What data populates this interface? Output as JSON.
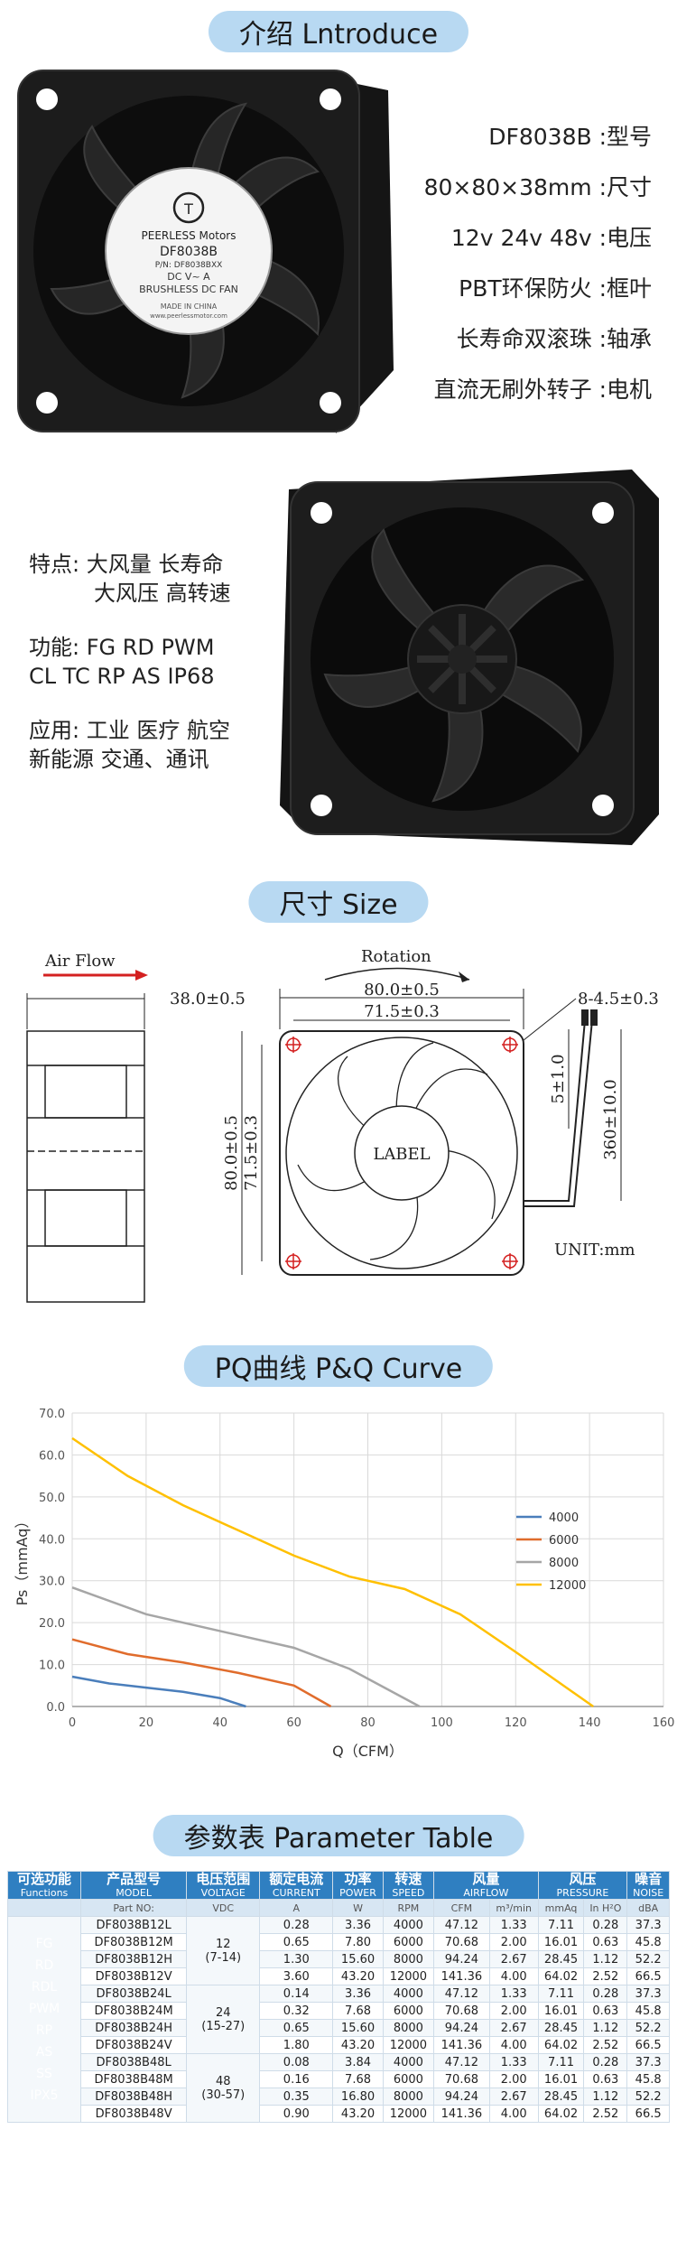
{
  "sections": {
    "intro": "介绍 Lntroduce",
    "size": "尺寸 Size",
    "pq": "PQ曲线 P&Q Curve",
    "params": "参数表 Parameter Table"
  },
  "label_top": {
    "brand": "PEERLESS Motors",
    "model": "DF8038B",
    "part": "P/N: DF8038BXX",
    "dc": "DC   V~   A",
    "type": "BRUSHLESS DC FAN",
    "made": "MADE IN CHINA",
    "url": "www.peerlessmotor.com"
  },
  "specs": [
    "DF8038B :型号",
    "80×80×38mm :尺寸",
    "12v 24v 48v :电压",
    "PBT环保防火 :框叶",
    "长寿命双滚珠 :轴承",
    "直流无刷外转子 :电机"
  ],
  "features": [
    "特点: 大风量 长寿命",
    "大风压 高转速",
    "功能: FG RD PWM",
    "CL TC RP AS IP68",
    "应用: 工业 医疗 航空",
    "新能源 交通、通讯"
  ],
  "drawing": {
    "airflow": "Air Flow",
    "depth": "38.0±0.5",
    "rotation": "Rotation",
    "outer": "80.0±0.5",
    "inner": "71.5±0.3",
    "holes": "8-4.5±0.3",
    "label": "LABEL",
    "lead_strip": "5±1.0",
    "lead_len": "360±10.0",
    "unit": "UNIT:mm"
  },
  "chart_data": {
    "type": "line",
    "xlabel": "Q（CFM）",
    "ylabel": "Ps（mmAq）",
    "xlim": [
      0,
      160
    ],
    "ylim": [
      0,
      70
    ],
    "xticks": [
      "0",
      "20",
      "40",
      "60",
      "80",
      "100",
      "120",
      "140",
      "160"
    ],
    "yticks": [
      "0.0",
      "10.0",
      "20.0",
      "30.0",
      "40.0",
      "50.0",
      "60.0",
      "70.0"
    ],
    "grid": true,
    "legend": "right",
    "series": [
      {
        "name": "4000",
        "color": "#4a7ebb",
        "x": [
          0,
          10,
          20,
          30,
          40,
          47
        ],
        "y": [
          7.1,
          5.5,
          4.5,
          3.5,
          2,
          0
        ]
      },
      {
        "name": "6000",
        "color": "#e06c2c",
        "x": [
          0,
          15,
          30,
          45,
          60,
          70
        ],
        "y": [
          16,
          12.5,
          10.5,
          8,
          5,
          0
        ]
      },
      {
        "name": "8000",
        "color": "#a6a6a6",
        "x": [
          0,
          20,
          40,
          60,
          75,
          94
        ],
        "y": [
          28.4,
          22,
          18,
          14,
          9,
          0
        ]
      },
      {
        "name": "12000",
        "color": "#ffc000",
        "x": [
          0,
          15,
          30,
          45,
          60,
          75,
          90,
          105,
          120,
          141
        ],
        "y": [
          64,
          55,
          48,
          42,
          36,
          31,
          28,
          22,
          13,
          0
        ]
      }
    ]
  },
  "table": {
    "headers": [
      {
        "cn": "可选功能",
        "en": "Functions"
      },
      {
        "cn": "产品型号",
        "en": "MODEL"
      },
      {
        "cn": "电压范围",
        "en": "VOLTAGE"
      },
      {
        "cn": "额定电流",
        "en": "CURRENT"
      },
      {
        "cn": "功率",
        "en": "POWER"
      },
      {
        "cn": "转速",
        "en": "SPEED"
      },
      {
        "cn": "风量",
        "en": "AIRFLOW"
      },
      {
        "cn": "风压",
        "en": "PRESSURE"
      },
      {
        "cn": "噪音",
        "en": "NOISE"
      }
    ],
    "units": [
      "Part NO:",
      "VDC",
      "A",
      "W",
      "RPM",
      "CFM",
      "m³/min",
      "mmAq",
      "In H²O",
      "dBA"
    ],
    "functions": [
      "FG",
      "RD",
      "RDL",
      "PWM",
      "RP",
      "AS",
      "SS",
      "IPX5"
    ],
    "voltage_groups": [
      {
        "v": "12",
        "range": "(7-14)"
      },
      {
        "v": "24",
        "range": "(15-27)"
      },
      {
        "v": "48",
        "range": "(30-57)"
      }
    ],
    "rows": [
      [
        "DF8038B12L",
        "0.28",
        "3.36",
        "4000",
        "47.12",
        "1.33",
        "7.11",
        "0.28",
        "37.3"
      ],
      [
        "DF8038B12M",
        "0.65",
        "7.80",
        "6000",
        "70.68",
        "2.00",
        "16.01",
        "0.63",
        "45.8"
      ],
      [
        "DF8038B12H",
        "1.30",
        "15.60",
        "8000",
        "94.24",
        "2.67",
        "28.45",
        "1.12",
        "52.2"
      ],
      [
        "DF8038B12V",
        "3.60",
        "43.20",
        "12000",
        "141.36",
        "4.00",
        "64.02",
        "2.52",
        "66.5"
      ],
      [
        "DF8038B24L",
        "0.14",
        "3.36",
        "4000",
        "47.12",
        "1.33",
        "7.11",
        "0.28",
        "37.3"
      ],
      [
        "DF8038B24M",
        "0.32",
        "7.68",
        "6000",
        "70.68",
        "2.00",
        "16.01",
        "0.63",
        "45.8"
      ],
      [
        "DF8038B24H",
        "0.65",
        "15.60",
        "8000",
        "94.24",
        "2.67",
        "28.45",
        "1.12",
        "52.2"
      ],
      [
        "DF8038B24V",
        "1.80",
        "43.20",
        "12000",
        "141.36",
        "4.00",
        "64.02",
        "2.52",
        "66.5"
      ],
      [
        "DF8038B48L",
        "0.08",
        "3.84",
        "4000",
        "47.12",
        "1.33",
        "7.11",
        "0.28",
        "37.3"
      ],
      [
        "DF8038B48M",
        "0.16",
        "7.68",
        "6000",
        "70.68",
        "2.00",
        "16.01",
        "0.63",
        "45.8"
      ],
      [
        "DF8038B48H",
        "0.35",
        "16.80",
        "8000",
        "94.24",
        "2.67",
        "28.45",
        "1.12",
        "52.2"
      ],
      [
        "DF8038B48V",
        "0.90",
        "43.20",
        "12000",
        "141.36",
        "4.00",
        "64.02",
        "2.52",
        "66.5"
      ]
    ]
  }
}
